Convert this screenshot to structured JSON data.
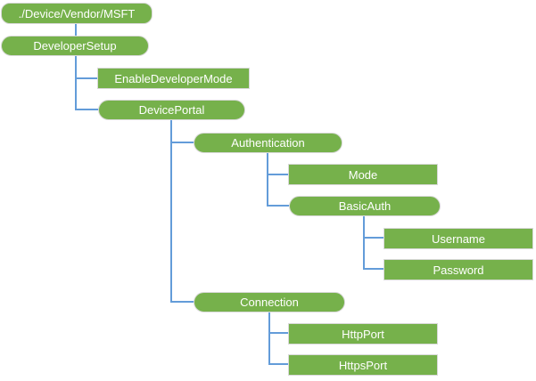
{
  "diagram": {
    "type": "tree",
    "nodes": [
      {
        "label": "./Device/Vendor/MSFT",
        "kind": "root"
      },
      {
        "label": "DeveloperSetup",
        "kind": "branch"
      },
      {
        "label": "EnableDeveloperMode",
        "kind": "leaf"
      },
      {
        "label": "DevicePortal",
        "kind": "branch"
      },
      {
        "label": "Authentication",
        "kind": "branch"
      },
      {
        "label": "Mode",
        "kind": "leaf"
      },
      {
        "label": "BasicAuth",
        "kind": "branch"
      },
      {
        "label": "Username",
        "kind": "leaf"
      },
      {
        "label": "Password",
        "kind": "leaf"
      },
      {
        "label": "Connection",
        "kind": "branch"
      },
      {
        "label": "HttpPort",
        "kind": "leaf"
      },
      {
        "label": "HttpsPort",
        "kind": "leaf"
      }
    ],
    "hierarchy": {
      "./Device/Vendor/MSFT": {
        "DeveloperSetup": {
          "EnableDeveloperMode": {},
          "DevicePortal": {
            "Authentication": {
              "Mode": {},
              "BasicAuth": {
                "Username": {},
                "Password": {}
              }
            },
            "Connection": {
              "HttpPort": {},
              "HttpsPort": {}
            }
          }
        }
      }
    },
    "colors": {
      "node_fill": "#76B14B",
      "node_border": "#D9D9D9",
      "connector": "#639CD9",
      "text": "#FFFFFF"
    }
  }
}
